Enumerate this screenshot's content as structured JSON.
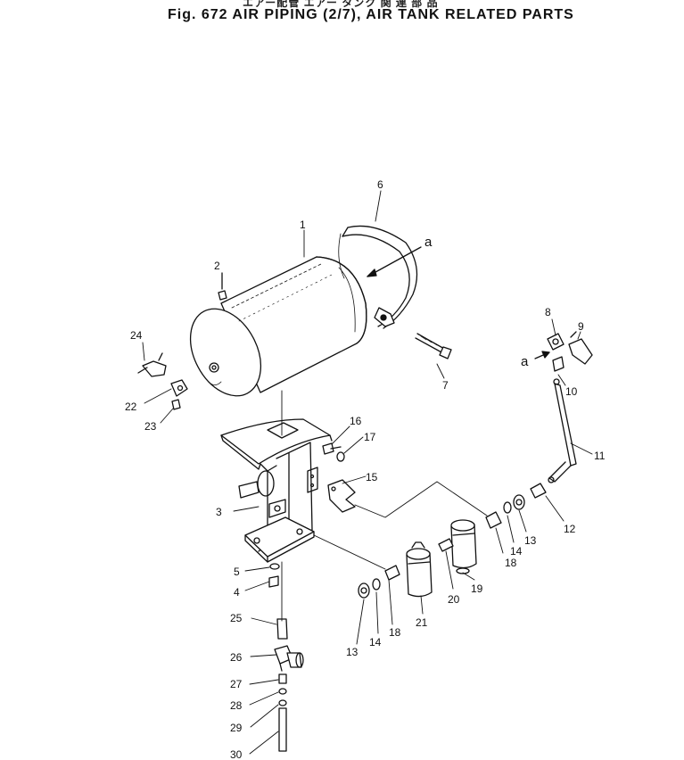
{
  "title": {
    "japanese_caption": "エアー配管 エアー タンク 関 連 部 品",
    "english": "Fig. 672   AIR PIPING (2/7), AIR TANK RELATED PARTS"
  },
  "callouts": [
    "1",
    "2",
    "3",
    "4",
    "5",
    "6",
    "7",
    "8",
    "9",
    "10",
    "11",
    "12",
    "13",
    "14",
    "15",
    "16",
    "17",
    "18",
    "19",
    "20",
    "21",
    "22",
    "23",
    "24",
    "25",
    "26",
    "27",
    "28",
    "29",
    "30",
    "13",
    "14",
    "18",
    "a",
    "a"
  ],
  "colors": {
    "ink": "#111111",
    "background": "#ffffff"
  }
}
